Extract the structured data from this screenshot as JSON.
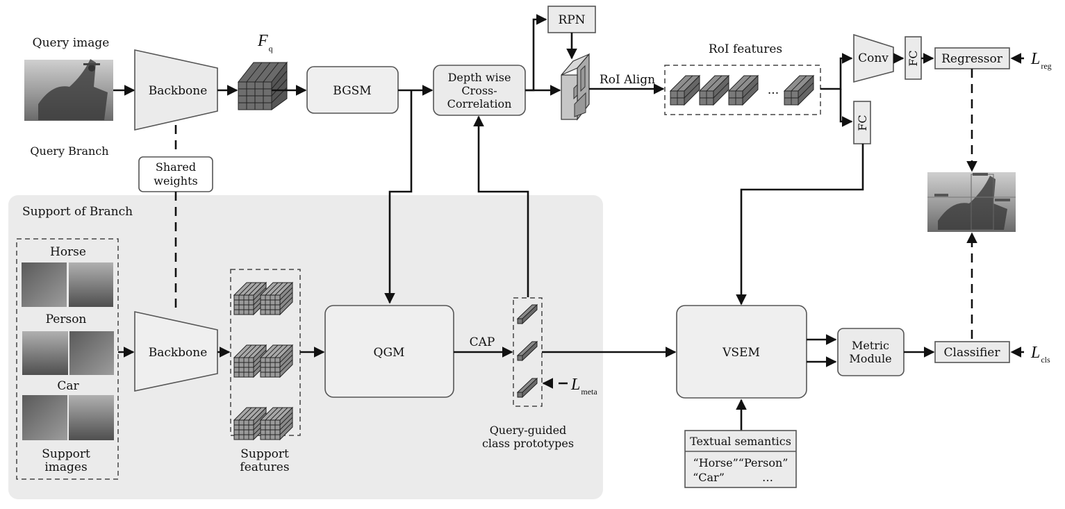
{
  "query": {
    "image_label": "Query image",
    "branch_label": "Query Branch",
    "backbone_label": "Backbone",
    "feature_symbol": "F",
    "feature_subscript": "q"
  },
  "shared_weights": {
    "line1": "Shared",
    "line2": "weights"
  },
  "modules": {
    "bgsm": "BGSM",
    "dwcc": [
      "Depth wise",
      "Cross-",
      "Correlation"
    ],
    "rpn": "RPN",
    "roi_align": "RoI Align",
    "roi_features": "RoI features",
    "roi_ellipsis": "···",
    "conv": "Conv",
    "fc_top": "FC",
    "fc_bottom": "FC",
    "regressor": "Regressor",
    "qgm": "QGM",
    "cap": "CAP",
    "vsem": "VSEM",
    "metric": [
      "Metric",
      "Module"
    ],
    "classifier": "Classifier"
  },
  "losses": {
    "reg": {
      "symbol": "L",
      "subscript": "reg"
    },
    "cls": {
      "symbol": "L",
      "subscript": "cls"
    },
    "meta": {
      "symbol": "L",
      "subscript": "meta"
    }
  },
  "support": {
    "panel_title": "Support of Branch",
    "classes": [
      "Horse",
      "Person",
      "Car"
    ],
    "images_caption": [
      "Support",
      "images"
    ],
    "backbone_label": "Backbone",
    "features_caption": [
      "Support",
      "features"
    ]
  },
  "prototypes_caption": [
    "Query-guided",
    "class prototypes"
  ],
  "textual_semantics": {
    "title": "Textual semantics",
    "row1": "“Horse”“Person”",
    "row2_a": "“Car”",
    "row2_b": "…"
  }
}
